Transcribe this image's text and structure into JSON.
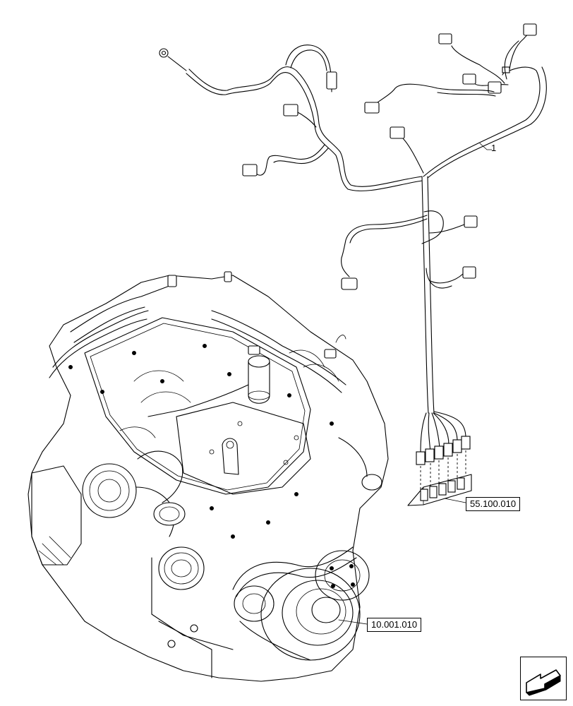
{
  "item_number": "1",
  "references": {
    "connector_panel": "55.100.010",
    "engine": "10.001.010"
  },
  "icons": {
    "navigation": "arrow-back-icon"
  }
}
